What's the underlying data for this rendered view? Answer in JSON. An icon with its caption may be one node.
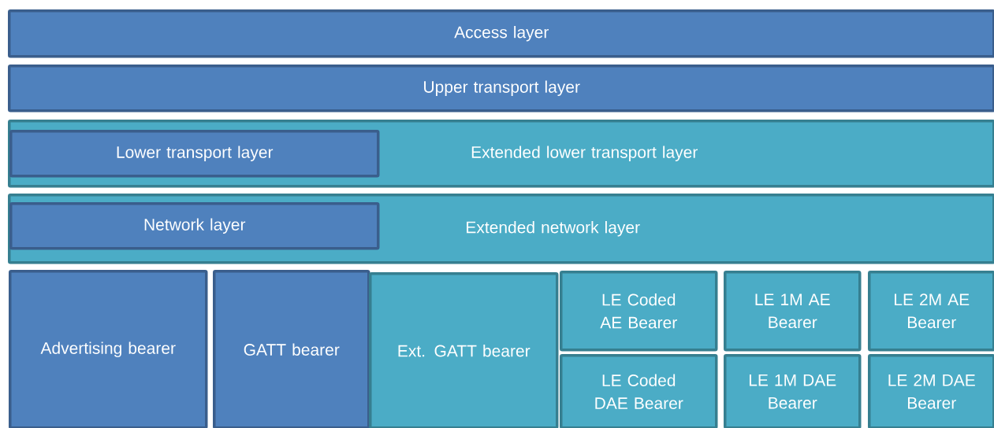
{
  "diagram": {
    "nodes": [
      {
        "text": [
          "Access layer"
        ]
      },
      {
        "text": [
          "Upper transport layer"
        ]
      },
      {
        "text": [
          "Extended lower transport layer"
        ]
      },
      {
        "text": [
          "Lower transport layer"
        ],
        "in": 2
      },
      {
        "text": [
          "Extended network layer"
        ]
      },
      {
        "text": [
          "Network layer"
        ],
        "in": 4
      },
      {
        "text": [
          "Advertising bearer"
        ]
      },
      {
        "text": [
          "GATT bearer"
        ]
      },
      {
        "text": [
          "Ext. GATT bearer"
        ]
      },
      {
        "text": [
          "LE Coded AE Bearer"
        ]
      },
      {
        "text": [
          "LE 1M AE Bearer"
        ]
      },
      {
        "text": [
          "LE 2M AE Bearer"
        ]
      },
      {
        "text": [
          "LE Coded DAE Bearer"
        ]
      },
      {
        "text": [
          "LE 1M DAE Bearer"
        ]
      },
      {
        "text": [
          "LE 2M DAE Bearer"
        ]
      }
    ]
  }
}
